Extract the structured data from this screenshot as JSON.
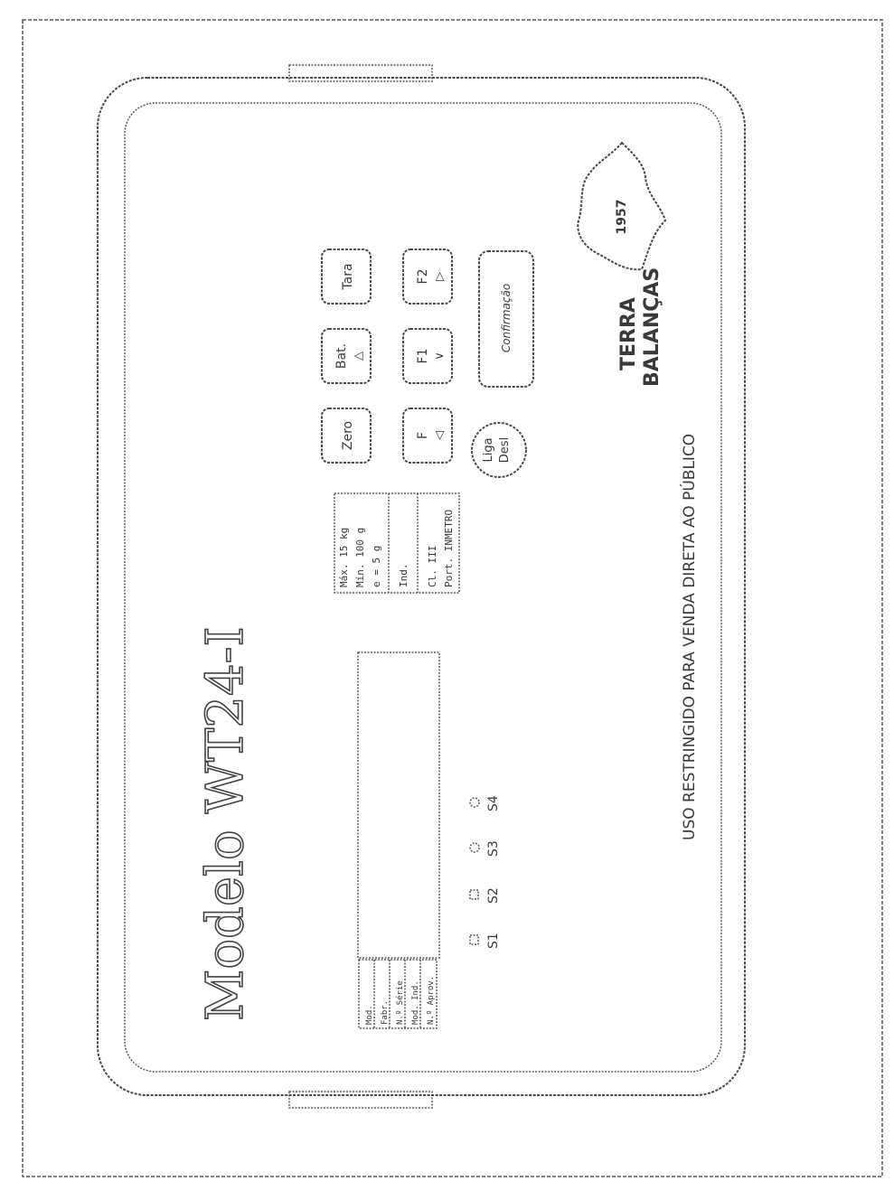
{
  "device": {
    "model_title": "Modelo WT24-I",
    "footer_text": "USO RESTRINGIDO PARA VENDA DIRETA AO PÚBLICO"
  },
  "brand": {
    "line1": "TERRA",
    "line2": "BALANÇAS",
    "logo_text": "1957",
    "logo_icon": "brazil-map-logo-icon"
  },
  "keypad": {
    "keys": [
      {
        "label": "Zero",
        "sub": ""
      },
      {
        "label": "Bat.",
        "sub": "△"
      },
      {
        "label": "Tara",
        "sub": ""
      },
      {
        "label": "F",
        "sub": "◁"
      },
      {
        "label": "F1",
        "sub": "∨"
      },
      {
        "label": "F2",
        "sub": "▷"
      }
    ],
    "on_off_label": "Liga Desl",
    "wide_key_label": "Confirmação"
  },
  "spec_plate": {
    "rows": [
      "Máx. 15 kg",
      "Mín. 100 g",
      "e = 5 g",
      "Ind.",
      "Cl. III",
      "Port. INMETRO"
    ]
  },
  "id_plate": {
    "rows": [
      "Mod.",
      "Fabr.",
      "N.º Série",
      "Mod. Ind.",
      "N.º Aprov."
    ]
  },
  "indicators": [
    {
      "label": "S1",
      "shape": "square"
    },
    {
      "label": "S2",
      "shape": "square"
    },
    {
      "label": "S3",
      "shape": "circle"
    },
    {
      "label": "S4",
      "shape": "circle"
    }
  ]
}
